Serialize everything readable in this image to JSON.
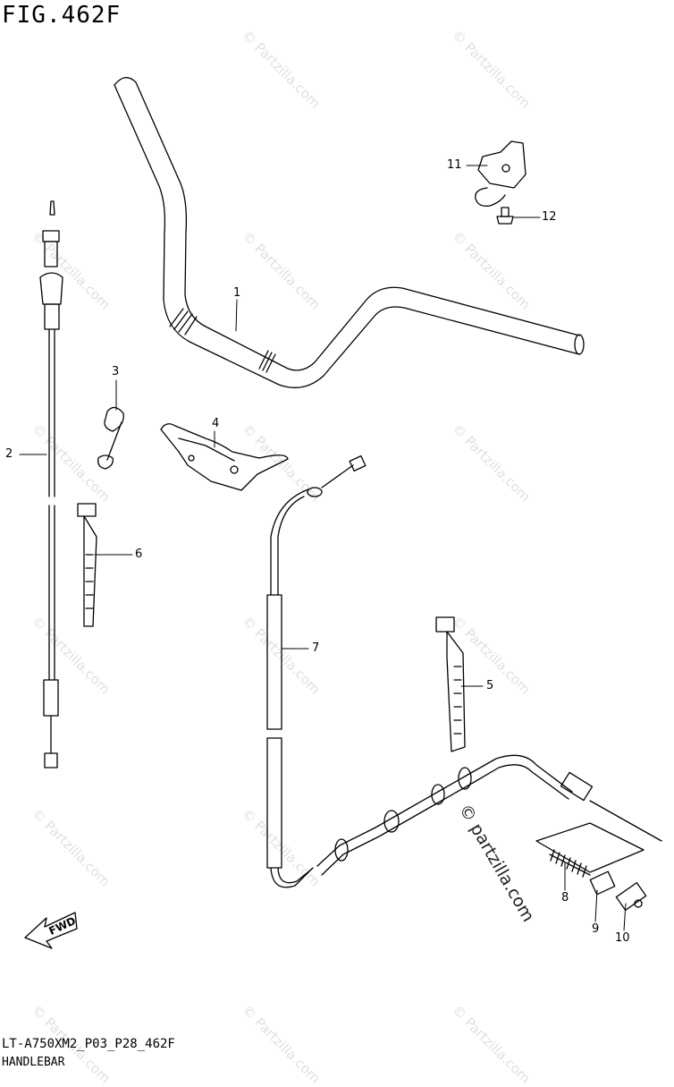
{
  "figure": {
    "title": "FIG.462F",
    "code": "LT-A750XM2_P03_P28_462F",
    "name": "HANDLEBAR"
  },
  "watermark": "© Partzilla.com",
  "watermark_brand": "© partzilla.com",
  "fwd_label": "FWD",
  "callouts": [
    {
      "id": "callout-1",
      "label": "1"
    },
    {
      "id": "callout-2",
      "label": "2"
    },
    {
      "id": "callout-3",
      "label": "3"
    },
    {
      "id": "callout-4",
      "label": "4"
    },
    {
      "id": "callout-5",
      "label": "5"
    },
    {
      "id": "callout-6",
      "label": "6"
    },
    {
      "id": "callout-7",
      "label": "7"
    },
    {
      "id": "callout-8",
      "label": "8"
    },
    {
      "id": "callout-9",
      "label": "9"
    },
    {
      "id": "callout-10",
      "label": "10"
    },
    {
      "id": "callout-11",
      "label": "11"
    },
    {
      "id": "callout-12",
      "label": "12"
    }
  ]
}
